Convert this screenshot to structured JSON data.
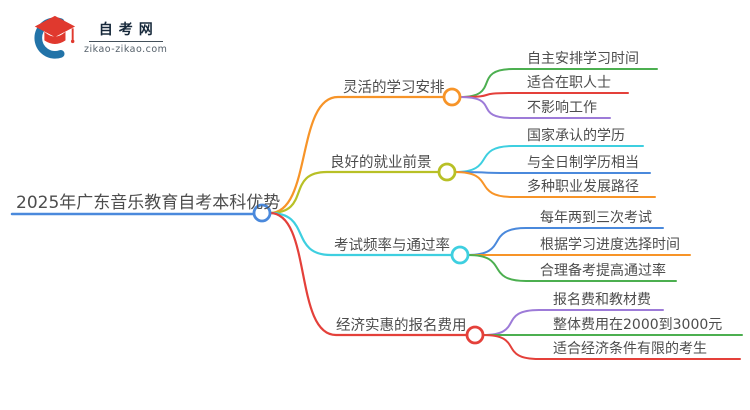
{
  "logo": {
    "title": "自考网",
    "domain": "zikao-zikao.com",
    "mark_colors": {
      "swoosh": "#2273a8",
      "cap": "#e0392e"
    }
  },
  "mindmap": {
    "root": {
      "label": "2025年广东音乐教育自考本科优势",
      "color": "#4a89dc"
    },
    "branches": [
      {
        "label": "灵活的学习安排",
        "color": "#f79428",
        "children": [
          {
            "label": "自主安排学习时间",
            "color": "#4caf50"
          },
          {
            "label": "适合在职人士",
            "color": "#e4403a"
          },
          {
            "label": "不影响工作",
            "color": "#9d7bd8"
          }
        ]
      },
      {
        "label": "良好的就业前景",
        "color": "#b8c026",
        "children": [
          {
            "label": "国家承认的学历",
            "color": "#3ecfe0"
          },
          {
            "label": "与全日制学历相当",
            "color": "#4a89dc"
          },
          {
            "label": "多种职业发展路径",
            "color": "#f79428"
          }
        ]
      },
      {
        "label": "考试频率与通过率",
        "color": "#3ecfe0",
        "children": [
          {
            "label": "每年两到三次考试",
            "color": "#4a89dc"
          },
          {
            "label": "根据学习进度选择时间",
            "color": "#f79428"
          },
          {
            "label": "合理备考提高通过率",
            "color": "#4caf50"
          }
        ]
      },
      {
        "label": "经济实惠的报名费用",
        "color": "#e4403a",
        "children": [
          {
            "label": "报名费和教材费",
            "color": "#9d7bd8"
          },
          {
            "label": "整体费用在2000到3000元",
            "color": "#4caf50"
          },
          {
            "label": "适合经济条件有限的考生",
            "color": "#e4403a"
          }
        ]
      }
    ]
  }
}
